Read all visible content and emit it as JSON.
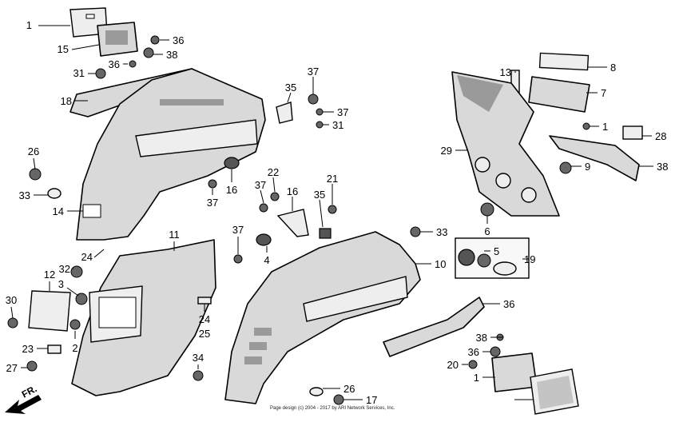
{
  "callouts": [
    "1",
    "15",
    "36",
    "38",
    "31",
    "36",
    "18",
    "26",
    "33",
    "14",
    "24",
    "32",
    "12",
    "3",
    "30",
    "23",
    "2",
    "27",
    "11",
    "24",
    "25",
    "34",
    "37",
    "16",
    "37",
    "37",
    "22",
    "16",
    "4",
    "35",
    "21",
    "35",
    "37",
    "37",
    "31",
    "33",
    "26",
    "17",
    "10",
    "13",
    "8",
    "7",
    "29",
    "1",
    "28",
    "9",
    "38",
    "6",
    "5",
    "19",
    "36",
    "38",
    "36",
    "20",
    "1"
  ],
  "copyright": "Page design (c) 2004 - 2017 by ARI Network Services, Inc.",
  "fr_label": "FR."
}
